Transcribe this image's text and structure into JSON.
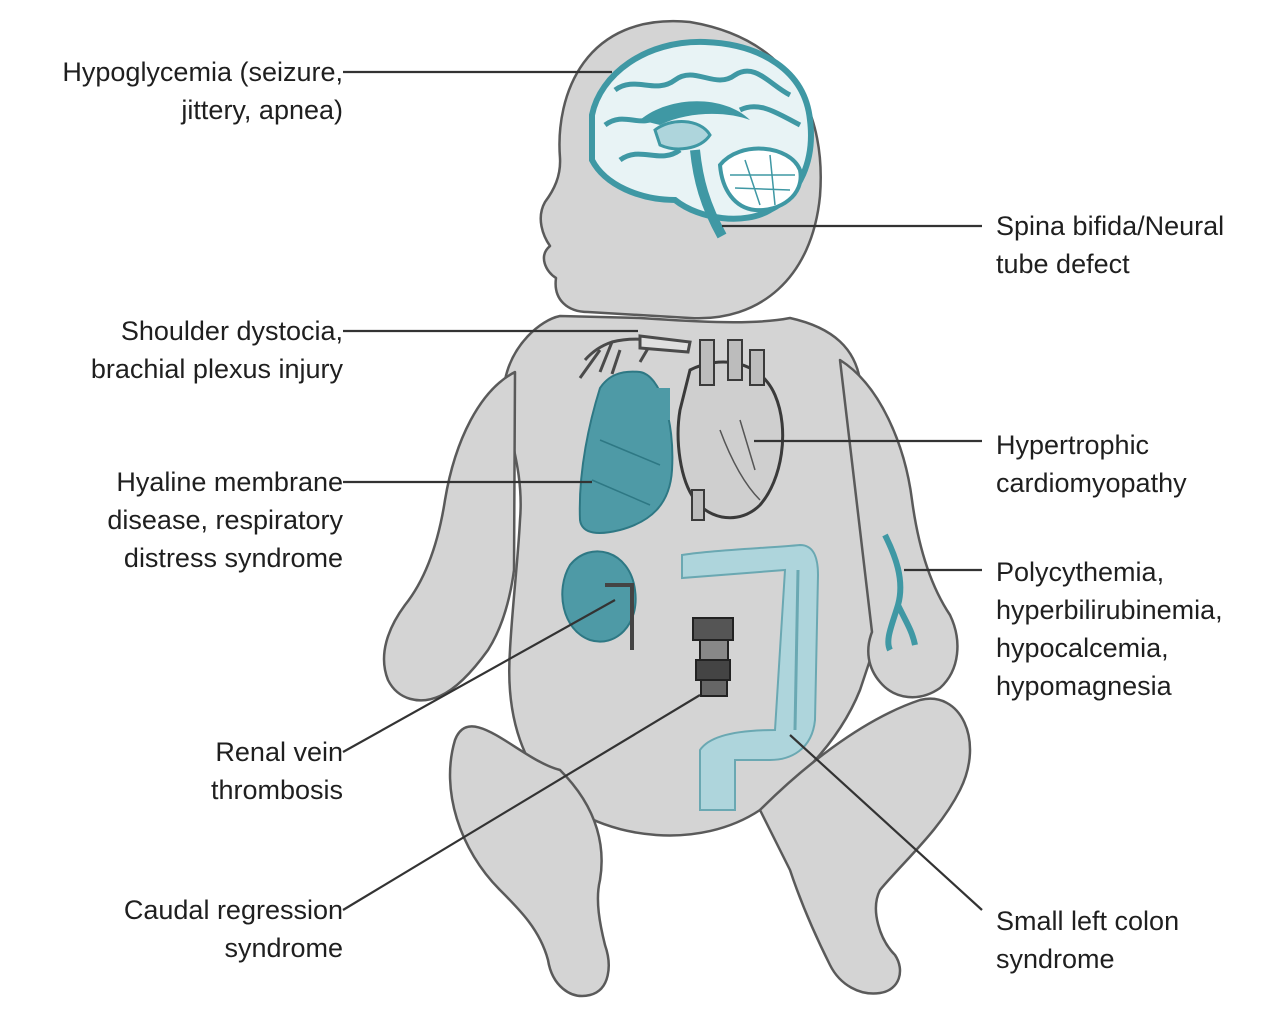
{
  "colors": {
    "body": "#d4d4d4",
    "body_outline": "#5a5a5a",
    "organ_teal": "#3f98a4",
    "organ_light": "#aed5dc",
    "heart": "#d2d2d2",
    "leader_line": "#333333",
    "text": "#1f1f1f"
  },
  "labels": {
    "hypoglycemia": [
      "Hypoglycemia (seizure,",
      "jittery, apnea)"
    ],
    "shoulder": [
      "Shoulder dystocia,",
      "brachial plexus injury"
    ],
    "hyaline": [
      "Hyaline membrane",
      "disease, respiratory",
      "distress syndrome"
    ],
    "renal": [
      "Renal vein",
      "thrombosis"
    ],
    "caudal": [
      "Caudal regression",
      "syndrome"
    ],
    "spina": [
      "Spina bifida/Neural",
      "tube defect"
    ],
    "cardio": [
      "Hypertrophic",
      "cardiomyopathy"
    ],
    "poly": [
      "Polycythemia,",
      "hyperbilirubinemia,",
      "hypocalcemia,",
      "hypomagnesia"
    ],
    "colon": [
      "Small left colon",
      "syndrome"
    ]
  }
}
